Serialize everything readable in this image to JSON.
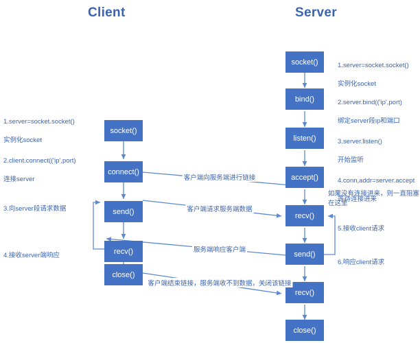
{
  "columns": {
    "client_title": "Client",
    "server_title": "Server"
  },
  "colors": {
    "box_fill": "#4472C4",
    "box_text": "#ffffff",
    "accent_text": "#3B64B0",
    "arrow": "#5B8AD1",
    "background": "#ffffff"
  },
  "client_nodes": [
    {
      "label": "socket()"
    },
    {
      "label": "connect()"
    },
    {
      "label": "send()"
    },
    {
      "label": "recv()"
    },
    {
      "label": "close()"
    }
  ],
  "server_nodes": [
    {
      "label": "socket()"
    },
    {
      "label": "bind()"
    },
    {
      "label": "listen()"
    },
    {
      "label": "accept()"
    },
    {
      "label": "recv()"
    },
    {
      "label": "send()"
    },
    {
      "label": "recv()"
    },
    {
      "label": "close()"
    }
  ],
  "client_notes": [
    {
      "line1": "1.server=socket.socket()",
      "line2": "实例化socket"
    },
    {
      "line1": "2.client.connect(('ip',port)",
      "line2": "连接server"
    },
    {
      "line1": "3.向server段请求数据",
      "line2": ""
    },
    {
      "line1": "4.接收server端响应",
      "line2": ""
    }
  ],
  "server_notes": [
    {
      "line1": "1.server=socket.socket()",
      "line2": "实例化socket"
    },
    {
      "line1": "2.server.bind(('ip',port)",
      "line2": "绑定server段ip和端口"
    },
    {
      "line1": "3.server.listen()",
      "line2": "开始监听"
    },
    {
      "line1": "4.conn,addr=server.accept",
      "line2": "等待连接进来"
    },
    {
      "line1": "5.接收client请求",
      "line2": ""
    },
    {
      "line1": "6.响应client请求",
      "line2": ""
    }
  ],
  "server_block_note": "如果没有连接进来，则一直阻塞在这里",
  "edge_labels": [
    {
      "text": "客户端向服务端进行链接"
    },
    {
      "text": "客户端请求服务端数据"
    },
    {
      "text": "服务端响应客户端"
    },
    {
      "text": "客户端结束链接，服务端收不到数据，关闭该链接"
    }
  ]
}
